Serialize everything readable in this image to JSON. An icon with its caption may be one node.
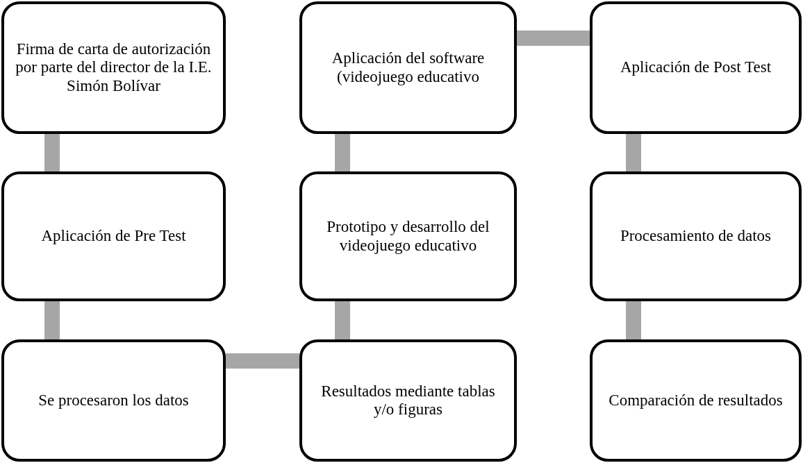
{
  "diagram": {
    "nodes": [
      {
        "text": [
          "Firma de carta de autorización por parte del director de la I.E. Simón Bolívar"
        ]
      },
      {
        "text": [
          "Aplicación del software (videojuego educativo"
        ]
      },
      {
        "text": [
          "Aplicación de Post Test"
        ]
      },
      {
        "text": [
          "Aplicación de Pre Test"
        ]
      },
      {
        "text": [
          "Prototipo y desarrollo del videojuego educativo"
        ]
      },
      {
        "text": [
          "Procesamiento de datos"
        ]
      },
      {
        "text": [
          "Se procesaron los datos"
        ]
      },
      {
        "text": [
          "Resultados mediante tablas y/o figuras"
        ]
      },
      {
        "text": [
          "Comparación de resultados"
        ]
      }
    ],
    "edges": [
      {
        "from": 0,
        "to": 3,
        "arrow": "none"
      },
      {
        "from": 3,
        "to": 6,
        "arrow": "none"
      },
      {
        "from": 6,
        "to": 7,
        "arrow": "none"
      },
      {
        "from": 7,
        "to": 4,
        "arrow": "none"
      },
      {
        "from": 4,
        "to": 1,
        "arrow": "none"
      },
      {
        "from": 1,
        "to": 2,
        "arrow": "none"
      },
      {
        "from": 2,
        "to": 5,
        "arrow": "none"
      },
      {
        "from": 5,
        "to": 8,
        "arrow": "none"
      }
    ]
  }
}
